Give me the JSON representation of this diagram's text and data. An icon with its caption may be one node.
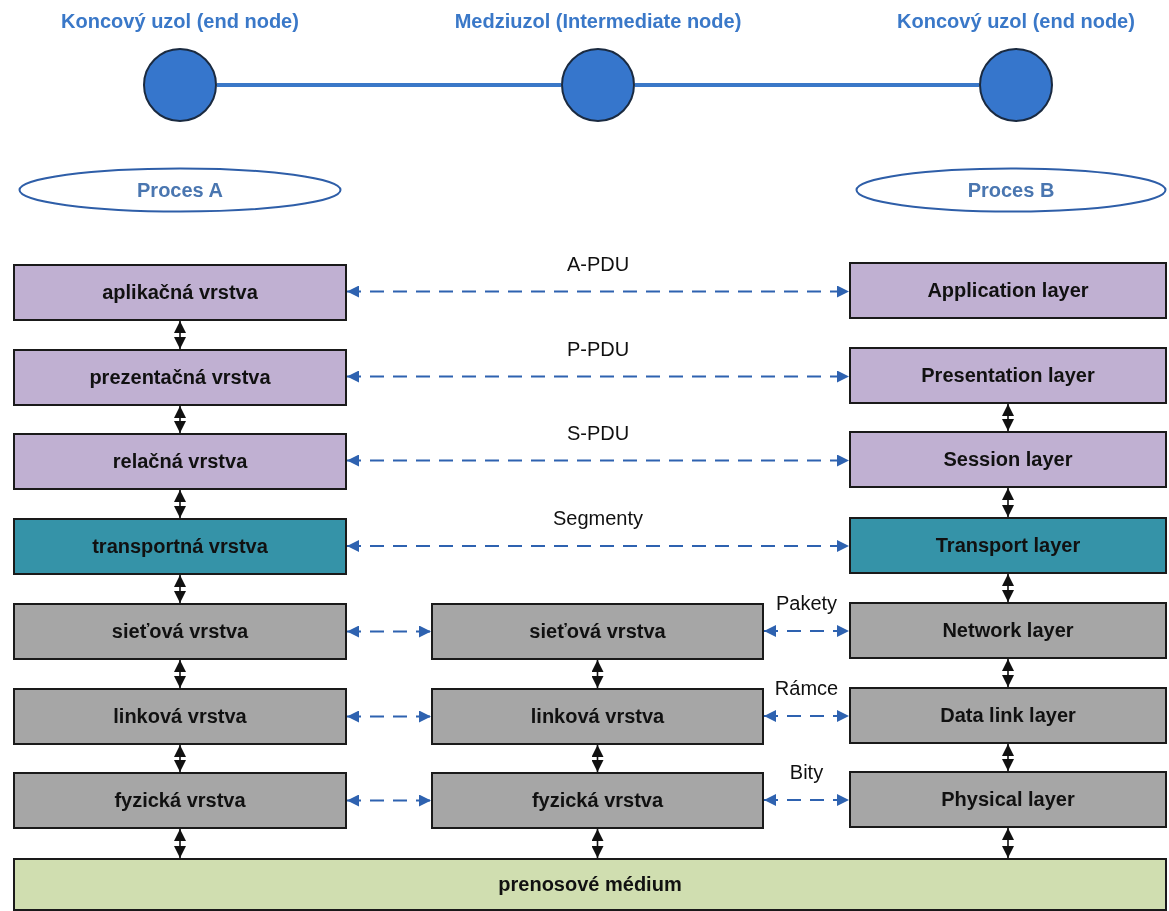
{
  "diagram": {
    "nodes": [
      {
        "text": [
          "Koncový uzol (end node)"
        ]
      },
      {
        "text": [
          "Medziuzol (Intermediate node)"
        ]
      },
      {
        "text": [
          "Koncový uzol (end node)"
        ]
      },
      {
        "text": [
          "Proces A"
        ]
      },
      {
        "text": [
          "Proces B"
        ]
      },
      {
        "text": [
          "aplikačná vrstva"
        ]
      },
      {
        "text": [
          "prezentačná vrstva"
        ]
      },
      {
        "text": [
          "relačná vrstva"
        ]
      },
      {
        "text": [
          "transportná vrstva"
        ]
      },
      {
        "text": [
          "sieťová vrstva"
        ]
      },
      {
        "text": [
          "linková vrstva"
        ]
      },
      {
        "text": [
          "fyzická vrstva"
        ]
      },
      {
        "text": [
          "sieťová vrstva"
        ]
      },
      {
        "text": [
          "linková vrstva"
        ]
      },
      {
        "text": [
          "fyzická vrstva"
        ]
      },
      {
        "text": [
          "Application layer"
        ]
      },
      {
        "text": [
          "Presentation layer"
        ]
      },
      {
        "text": [
          "Session layer"
        ]
      },
      {
        "text": [
          "Transport layer"
        ]
      },
      {
        "text": [
          "Network layer"
        ]
      },
      {
        "text": [
          "Data link layer"
        ]
      },
      {
        "text": [
          "Physical layer"
        ]
      },
      {
        "text": [
          "prenosové médium"
        ]
      }
    ],
    "edges": [
      {
        "from": 0,
        "to": 1,
        "arrow": "none",
        "style": "thick",
        "color": "#3a78c8"
      },
      {
        "from": 1,
        "to": 2,
        "arrow": "none",
        "style": "thick",
        "color": "#3a78c8"
      },
      {
        "from": 5,
        "to": 15,
        "arrow": "both",
        "label": "A-PDU",
        "style": "dashed",
        "color": "#2e62b0"
      },
      {
        "from": 6,
        "to": 16,
        "arrow": "both",
        "label": "P-PDU",
        "style": "dashed",
        "color": "#2e62b0"
      },
      {
        "from": 7,
        "to": 17,
        "arrow": "both",
        "label": "S-PDU",
        "style": "dashed",
        "color": "#2e62b0"
      },
      {
        "from": 8,
        "to": 18,
        "arrow": "both",
        "label": "Segmenty",
        "style": "dashed",
        "color": "#2e62b0"
      },
      {
        "from": 9,
        "to": 12,
        "arrow": "both",
        "style": "dashed",
        "color": "#2e62b0"
      },
      {
        "from": 12,
        "to": 19,
        "arrow": "both",
        "label": "Pakety",
        "style": "dashed",
        "color": "#2e62b0"
      },
      {
        "from": 10,
        "to": 13,
        "arrow": "both",
        "style": "dashed",
        "color": "#2e62b0"
      },
      {
        "from": 13,
        "to": 20,
        "arrow": "both",
        "label": "Rámce",
        "style": "dashed",
        "color": "#2e62b0"
      },
      {
        "from": 11,
        "to": 14,
        "arrow": "both",
        "style": "dashed",
        "color": "#2e62b0"
      },
      {
        "from": 14,
        "to": 21,
        "arrow": "both",
        "label": "Bity",
        "style": "dashed",
        "color": "#2e62b0"
      },
      {
        "from": 5,
        "to": 6,
        "arrow": "both"
      },
      {
        "from": 6,
        "to": 7,
        "arrow": "both"
      },
      {
        "from": 7,
        "to": 8,
        "arrow": "both"
      },
      {
        "from": 8,
        "to": 9,
        "arrow": "both"
      },
      {
        "from": 9,
        "to": 10,
        "arrow": "both"
      },
      {
        "from": 10,
        "to": 11,
        "arrow": "both"
      },
      {
        "from": 11,
        "to": 22,
        "arrow": "both"
      },
      {
        "from": 12,
        "to": 13,
        "arrow": "both"
      },
      {
        "from": 13,
        "to": 14,
        "arrow": "both"
      },
      {
        "from": 14,
        "to": 22,
        "arrow": "both"
      },
      {
        "from": 16,
        "to": 17,
        "arrow": "both"
      },
      {
        "from": 17,
        "to": 18,
        "arrow": "both"
      },
      {
        "from": 18,
        "to": 19,
        "arrow": "both"
      },
      {
        "from": 19,
        "to": 20,
        "arrow": "both"
      },
      {
        "from": 20,
        "to": 21,
        "arrow": "both"
      },
      {
        "from": 21,
        "to": 22,
        "arrow": "both"
      }
    ]
  }
}
